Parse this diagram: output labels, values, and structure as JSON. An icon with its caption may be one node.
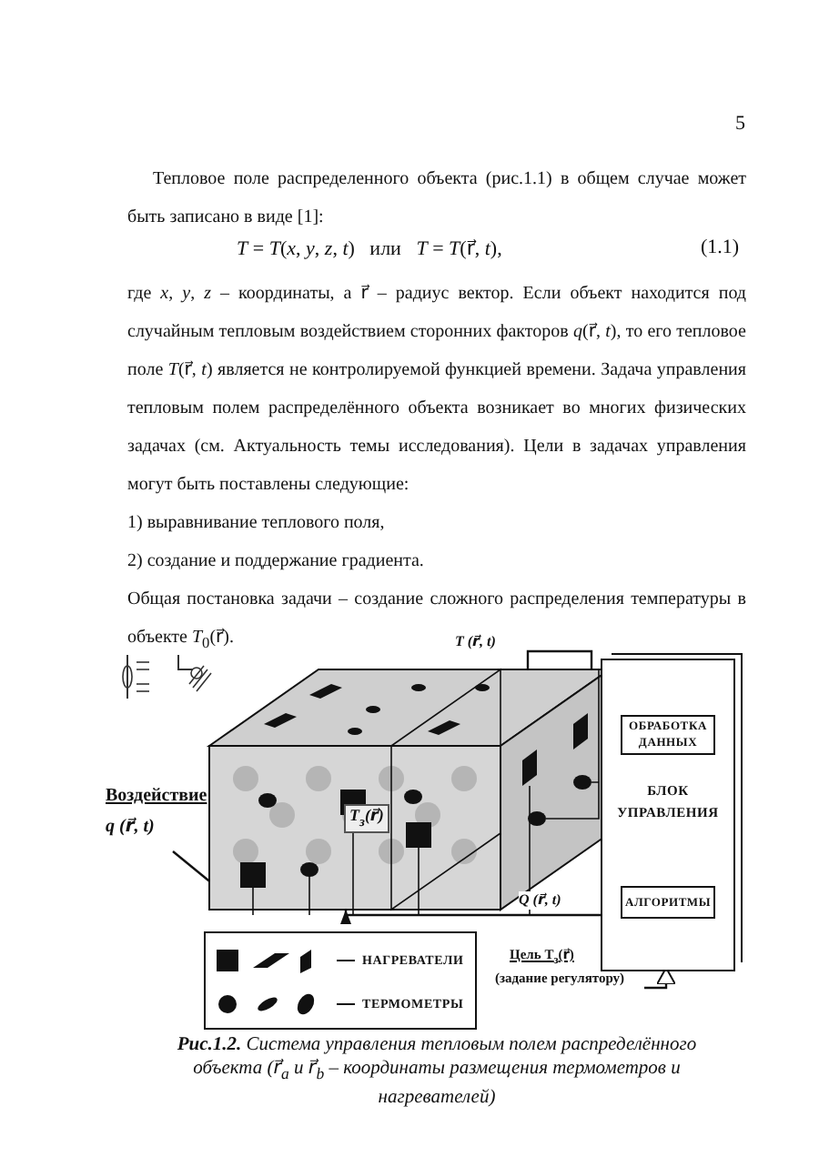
{
  "diagram": {
    "caption": "**Рис.1.2.** Система управления тепловым полем распределённого объекта (r⃗$_{a}$ и r⃗$_{b}$ – координаты размещения термометров и нагревателей)",
    "nodes": [
      {
        "text": [
          "T$_{з}$(r⃗)"
        ]
      },
      {
        "text": [
          "Воздействие",
          "q (r⃗, t)"
        ]
      },
      {
        "text": [
          "БЛОК УПРАВЛЕНИЯ"
        ]
      },
      {
        "text": [
          "ОБРАБОТКА ДАННЫХ"
        ],
        "in": 2
      },
      {
        "text": [
          "АЛГОРИТМЫ"
        ],
        "in": 2
      },
      {
        "text": [
          "Цель T$_{з}$(r⃗)",
          "(задание регулятору)"
        ]
      }
    ],
    "edges": [
      {
        "from": 0,
        "to": 2,
        "arrow": "to",
        "label": "T (r⃗, t)"
      },
      {
        "from": 2,
        "to": 0,
        "arrow": "to",
        "label": "Q (r⃗, t)"
      },
      {
        "from": 1,
        "to": 0,
        "arrow": "none"
      },
      {
        "from": 5,
        "to": 2,
        "arrow": "to"
      }
    ],
    "labels": [
      "5",
      "Тепловое поле распределенного объекта (рис.1.1) в общем случае может быть записано в виде [1]:",
      "*T* = *T*(*x*, *y*, *z*, *t*)   или   *T* = *T*(r⃗, *t*),",
      "(1.1)",
      "где *x*, *y*, *z* – координаты, а r⃗ – радиус вектор. Если объект находится под случайным тепловым воздействием сторонних факторов *q*(r⃗, *t*), то его тепловое поле *T*(r⃗, *t*) является не контролируемой функцией времени. Задача управления тепловым полем распределённого объекта возникает во многих физических задачах (см. Актуальность темы исследования). Цели в задачах управления могут быть поставлены следующие:",
      "1)  выравнивание теплового поля,",
      "2)  создание и поддержание градиента.",
      "Общая постановка задачи – создание сложного распределения температуры в объекте *T*$_{0}$(r⃗)."
    ],
    "legend": [
      {
        "text": "НАГРЕВАТЕЛИ"
      },
      {
        "text": "ТЕРМОМЕТРЫ"
      }
    ]
  }
}
